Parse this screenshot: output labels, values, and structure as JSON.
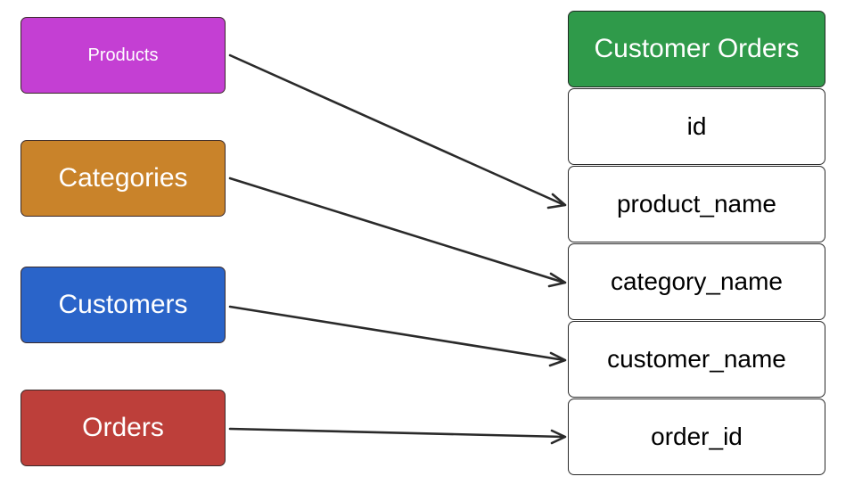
{
  "sources": {
    "products": "Products",
    "categories": "Categories",
    "customers": "Customers",
    "orders": "Orders"
  },
  "target": {
    "title": "Customer Orders",
    "fields": [
      "id",
      "product_name",
      "category_name",
      "customer_name",
      "order_id"
    ]
  },
  "colors": {
    "products": "#c43fd3",
    "categories": "#c9832a",
    "customers": "#2a64c9",
    "orders": "#bd3f3a",
    "customer_orders": "#2f9a4a"
  }
}
